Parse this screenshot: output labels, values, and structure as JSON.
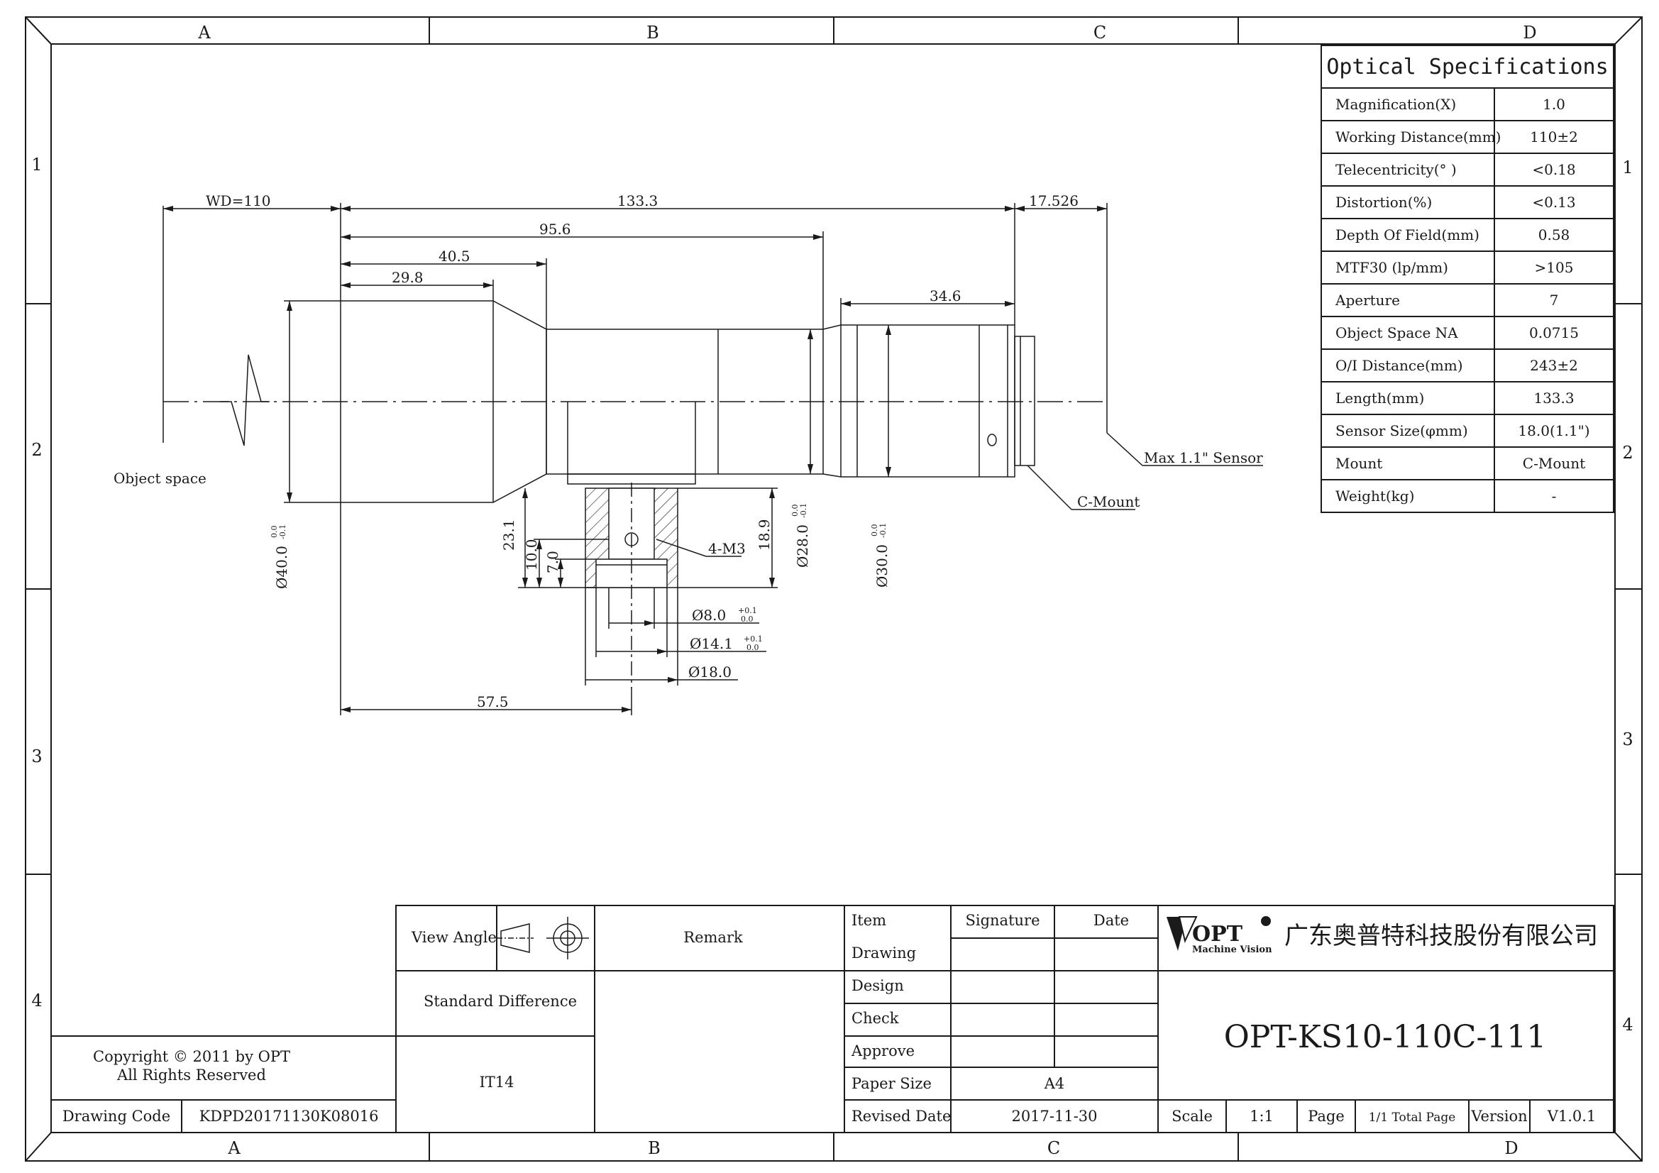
{
  "zones": {
    "top": [
      "A",
      "B",
      "C",
      "D"
    ],
    "bottom": [
      "A",
      "B",
      "C",
      "D"
    ],
    "left": [
      "1",
      "2",
      "3",
      "4"
    ],
    "right": [
      "1",
      "2",
      "3",
      "4"
    ]
  },
  "spec_table": {
    "title": "Optical Specifications",
    "rows": [
      {
        "label": "Magnification(X)",
        "value": "1.0"
      },
      {
        "label": "Working Distance(mm)",
        "value": "110±2"
      },
      {
        "label": "Telecentricity(° )",
        "value": "<0.18"
      },
      {
        "label": "Distortion(%)",
        "value": "<0.13"
      },
      {
        "label": "Depth Of Field(mm)",
        "value": "0.58"
      },
      {
        "label": "MTF30 (lp/mm)",
        "value": ">105"
      },
      {
        "label": "Aperture",
        "value": "7"
      },
      {
        "label": "Object Space NA",
        "value": "0.0715"
      },
      {
        "label": "O/I Distance(mm)",
        "value": "243±2"
      },
      {
        "label": "Length(mm)",
        "value": "133.3"
      },
      {
        "label": "Sensor Size(φmm)",
        "value": "18.0(1.1\")"
      },
      {
        "label": "Mount",
        "value": "C-Mount"
      },
      {
        "label": "Weight(kg)",
        "value": "-"
      }
    ]
  },
  "drawing": {
    "dims": {
      "wd": "WD=110",
      "total": "133.3",
      "d956": "95.6",
      "d405": "40.5",
      "d298": "29.8",
      "d17526": "17.526",
      "d346": "34.6",
      "d575": "57.5",
      "v231": "23.1",
      "v100": "10.0",
      "v70": "7.0",
      "v189": "18.9",
      "dia40": "Ø40.0",
      "dia28": "Ø28.0",
      "dia30": "Ø30.0",
      "dia8": "Ø8.0",
      "dia141": "Ø14.1",
      "dia18": "Ø18.0",
      "tol_zero": "0.0",
      "tol_minus": "-0.1",
      "tol_plus": "+0.1"
    },
    "labels": {
      "object_space": "Object space",
      "sensor": "Max 1.1\" Sensor",
      "cmount": "C-Mount",
      "m3": "4-M3"
    }
  },
  "title_block": {
    "view_angle": "View Angle",
    "remark": "Remark",
    "item": "Item",
    "signature": "Signature",
    "date": "Date",
    "rows": [
      "Drawing",
      "Design",
      "Check",
      "Approve"
    ],
    "paper_size_label": "Paper Size",
    "paper_size": "A4",
    "revised_date_label": "Revised Date",
    "revised_date": "2017-11-30",
    "standard_difference": "Standard Difference",
    "tolerance": "IT14",
    "copyright_1": "Copyright © 2011 by OPT",
    "copyright_2": "All Rights Reserved",
    "drawing_code_label": "Drawing Code",
    "drawing_code": "KDPD20171130K08016",
    "logo_text": "OPT",
    "logo_sub": "Machine Vision",
    "company": "广东奥普特科技股份有限公司",
    "model": "OPT-KS10-110C-111",
    "scale_label": "Scale",
    "scale": "1:1",
    "page_label": "Page",
    "page_value": "1/1 Total Page",
    "version_label": "Version",
    "version": "V1.0.1"
  }
}
